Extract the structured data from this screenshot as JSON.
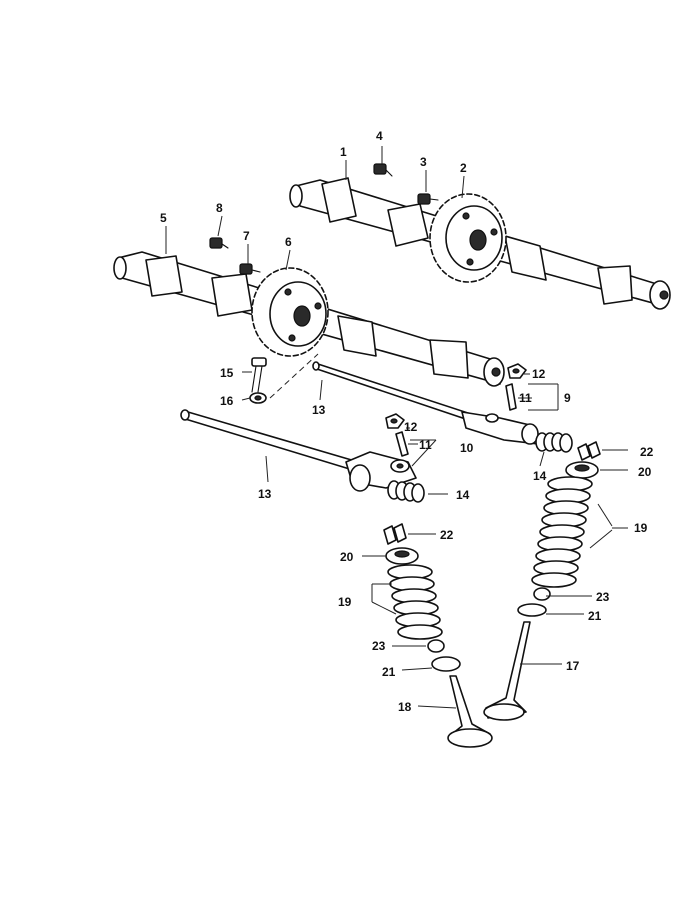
{
  "callouts": {
    "c1": "1",
    "c2": "2",
    "c3": "3",
    "c4": "4",
    "c5": "5",
    "c6": "6",
    "c7": "7",
    "c8": "8",
    "c9": "9",
    "c10": "10",
    "c11a": "11",
    "c11b": "11",
    "c12a": "12",
    "c12b": "12",
    "c13a": "13",
    "c13b": "13",
    "c14a": "14",
    "c14b": "14",
    "c15": "15",
    "c16": "16",
    "c17": "17",
    "c18": "18",
    "c19a": "19",
    "c19b": "19",
    "c20a": "20",
    "c20b": "20",
    "c21a": "21",
    "c21b": "21",
    "c22a": "22",
    "c22b": "22",
    "c23a": "23",
    "c23b": "23"
  }
}
